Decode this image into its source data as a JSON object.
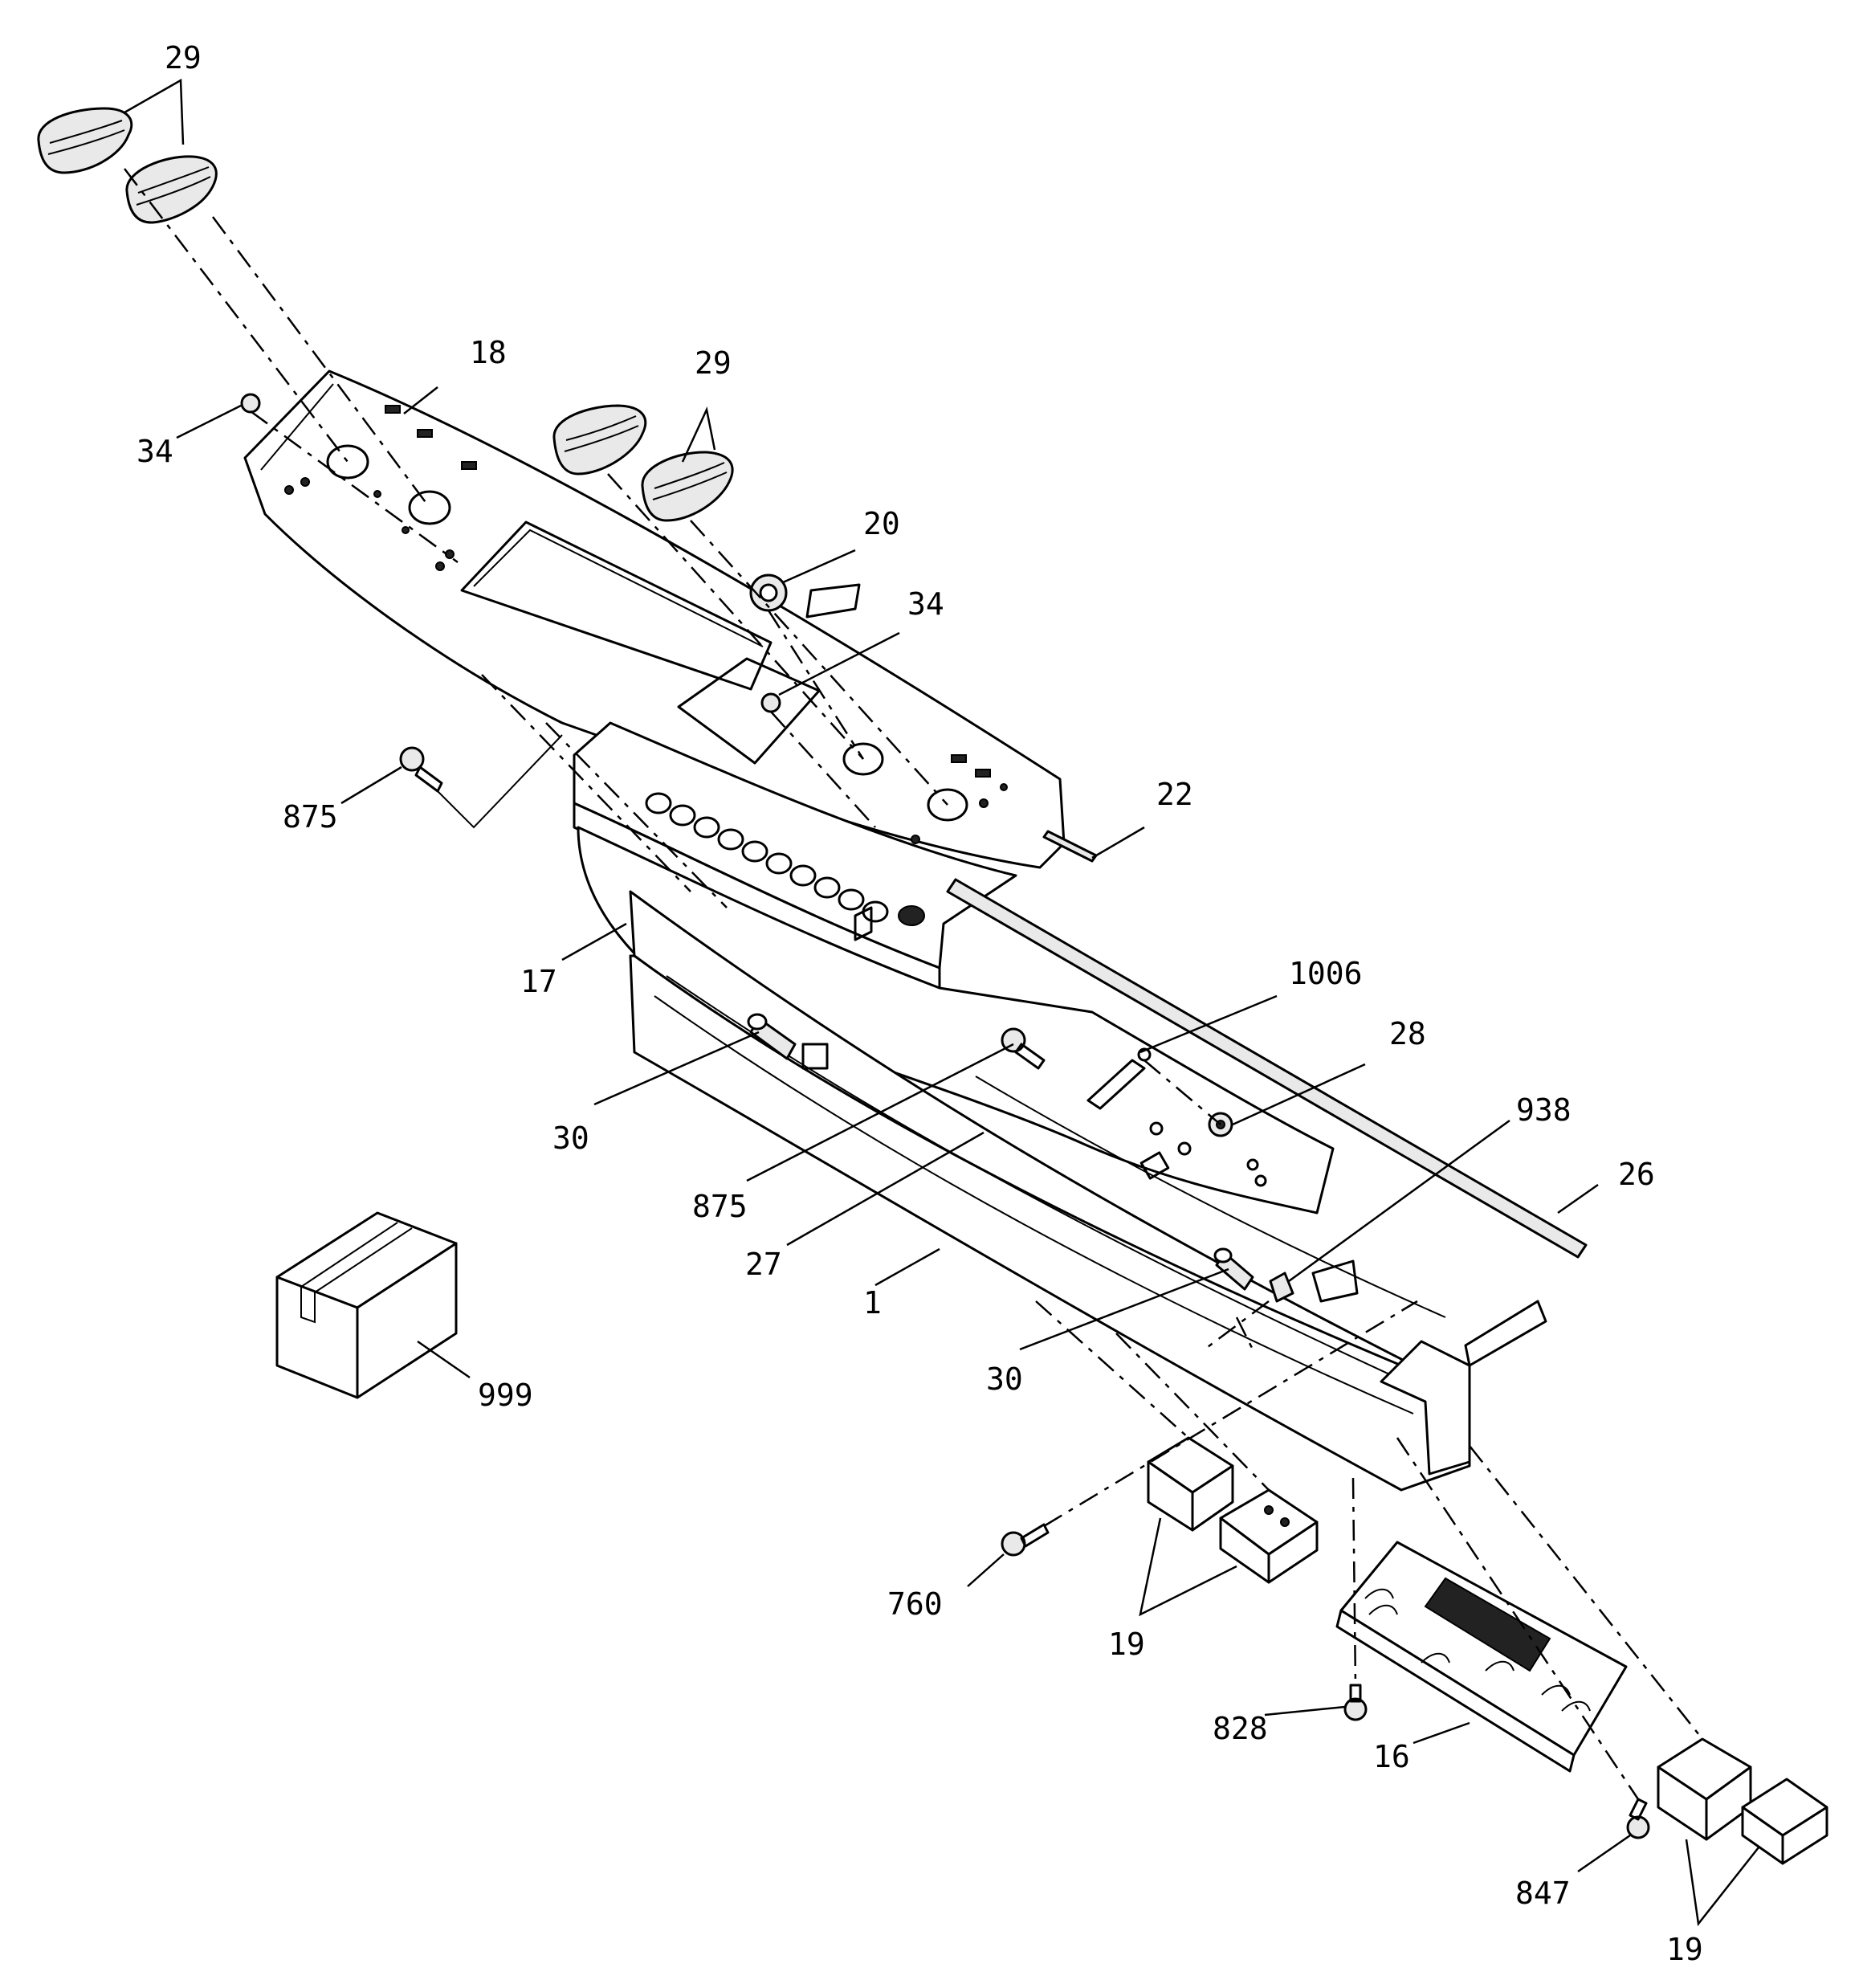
{
  "diagram": {
    "callouts": {
      "c29a": "29",
      "c29b": "29",
      "c18": "18",
      "c34a": "34",
      "c20": "20",
      "c34b": "34",
      "c875a": "875",
      "c22": "22",
      "c17": "17",
      "c1006": "1006",
      "c28": "28",
      "c30a": "30",
      "c938": "938",
      "c875b": "875",
      "c26": "26",
      "c27": "27",
      "c1": "1",
      "c999": "999",
      "c30b": "30",
      "c760": "760",
      "c19a": "19",
      "c828": "828",
      "c16": "16",
      "c847": "847",
      "c19b": "19"
    }
  }
}
